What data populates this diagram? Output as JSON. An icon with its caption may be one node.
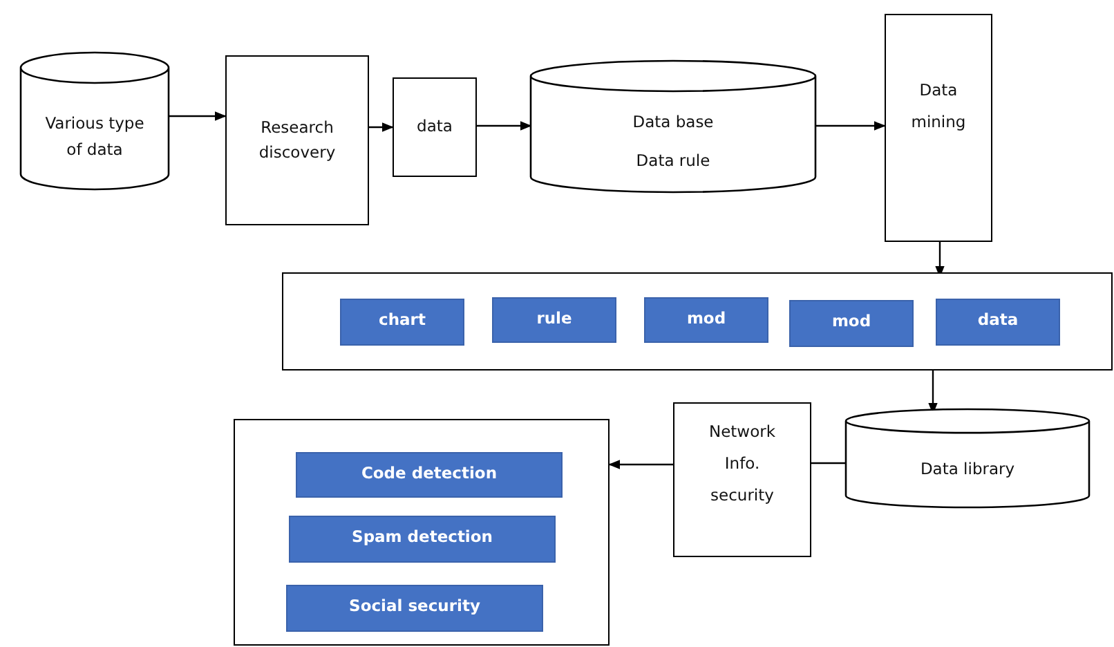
{
  "diagram": {
    "nodes": [
      {
        "text": [
          "Various type of data"
        ]
      },
      {
        "text": [
          "Research discovery"
        ]
      },
      {
        "text": [
          "data"
        ]
      },
      {
        "text": [
          "Data base",
          "Data rule"
        ]
      },
      {
        "text": [
          "Data mining"
        ]
      },
      {
        "text": [],
        "shape": "box"
      },
      {
        "text": [
          "chart"
        ],
        "in": 5
      },
      {
        "text": [
          "rule"
        ],
        "in": 5
      },
      {
        "text": [
          "mod"
        ],
        "in": 5
      },
      {
        "text": [
          "mod"
        ],
        "in": 5
      },
      {
        "text": [
          "data"
        ],
        "in": 5
      },
      {
        "text": [
          "Data library"
        ]
      },
      {
        "text": [
          "Network Info. security"
        ]
      },
      {
        "text": [],
        "shape": "box"
      },
      {
        "text": [
          "Code detection"
        ],
        "in": 13
      },
      {
        "text": [
          "Spam detection"
        ],
        "in": 13
      },
      {
        "text": [
          "Social security"
        ],
        "in": 13
      }
    ],
    "edges": [
      {
        "from": 0,
        "to": 1,
        "arrow": "to"
      },
      {
        "from": 1,
        "to": 2,
        "arrow": "to"
      },
      {
        "from": 2,
        "to": 3,
        "arrow": "to"
      },
      {
        "from": 3,
        "to": 4,
        "arrow": "to"
      },
      {
        "from": 4,
        "to": 5,
        "arrow": "to"
      },
      {
        "from": 5,
        "to": 11,
        "arrow": "to"
      },
      {
        "from": 11,
        "to": 12,
        "arrow": "none"
      },
      {
        "from": 12,
        "to": 13,
        "arrow": "to"
      }
    ]
  }
}
